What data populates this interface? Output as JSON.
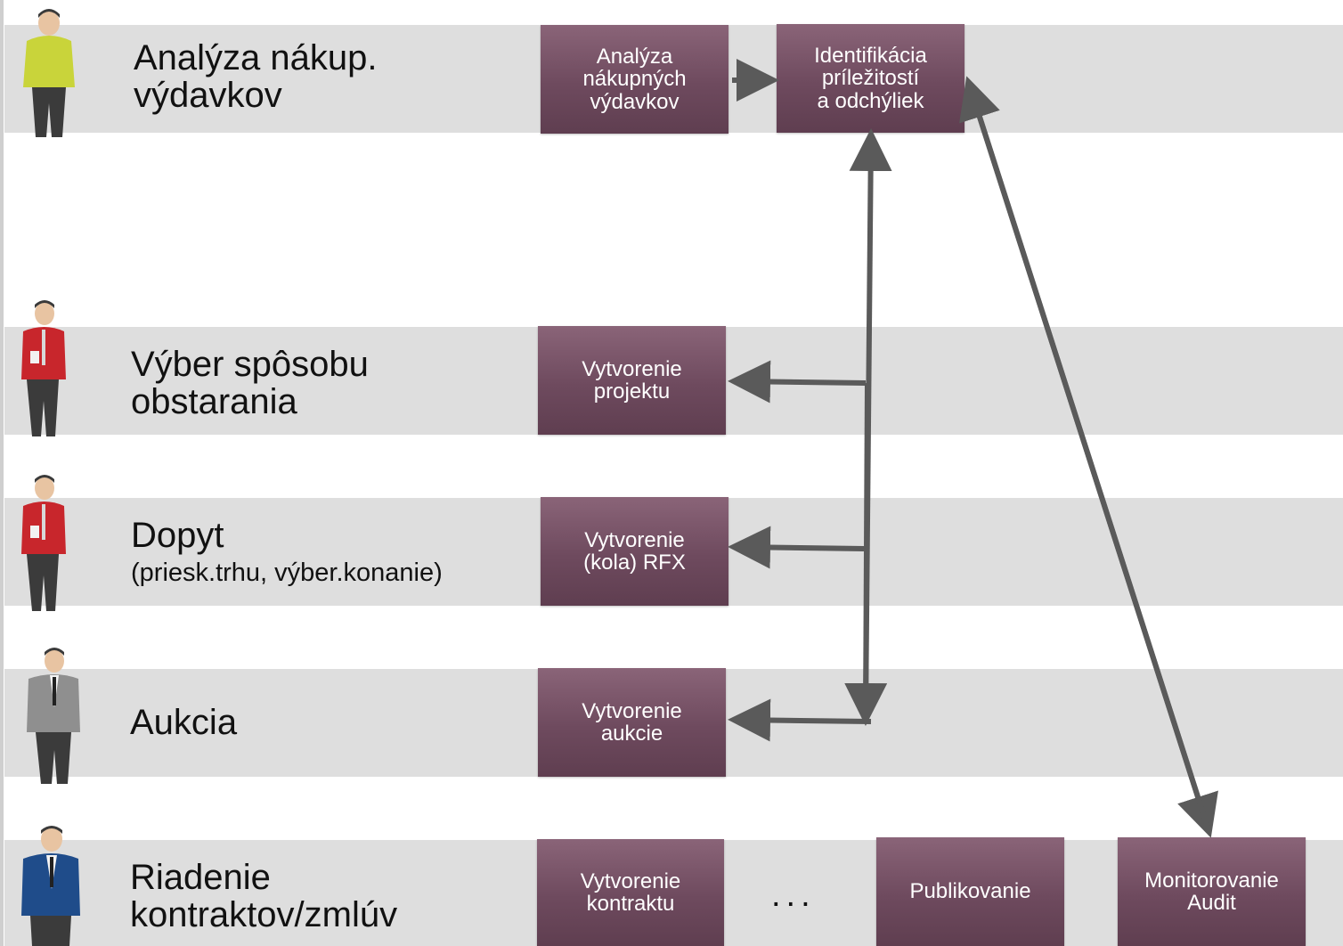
{
  "lanes": [
    {
      "title": "Analýza  nákup.\nvýdavkov",
      "subtitle": ""
    },
    {
      "title": "Výber spôsobu\nobstarania",
      "subtitle": ""
    },
    {
      "title": "Dopyt",
      "subtitle": "(priesk.trhu, výber.konanie)"
    },
    {
      "title": "Aukcia",
      "subtitle": ""
    },
    {
      "title": "Riadenie\nkontraktov/zmlúv",
      "subtitle": ""
    }
  ],
  "boxes": {
    "analyza": "Analýza\nnákupných\nvýdavkov",
    "identifikacia": "Identifikácia\npríležitostí\na odchýliek",
    "projekt": "Vytvorenie\nprojektu",
    "rfx": "Vytvorenie\n(kola) RFX",
    "aukcia": "Vytvorenie\naukcie",
    "kontrakt": "Vytvorenie\nkontraktu",
    "publikovanie": "Publikovanie",
    "monitorovanie": "Monitorovanie\nAudit"
  },
  "ellipsis": "...",
  "people": [
    {
      "icon": "person-yellow-shirt-icon",
      "shirt": "#c9d43a"
    },
    {
      "icon": "person-red-shirt-icon",
      "shirt": "#c8262c"
    },
    {
      "icon": "person-red-shirt-icon",
      "shirt": "#c8262c"
    },
    {
      "icon": "person-gray-suit-icon",
      "shirt": "#8f8f8f"
    },
    {
      "icon": "person-blue-suit-icon",
      "shirt": "#1f4c8a"
    }
  ],
  "colors": {
    "lane": "#dedede",
    "box": "#6e4a5e",
    "arrow": "#5a5a5a"
  }
}
